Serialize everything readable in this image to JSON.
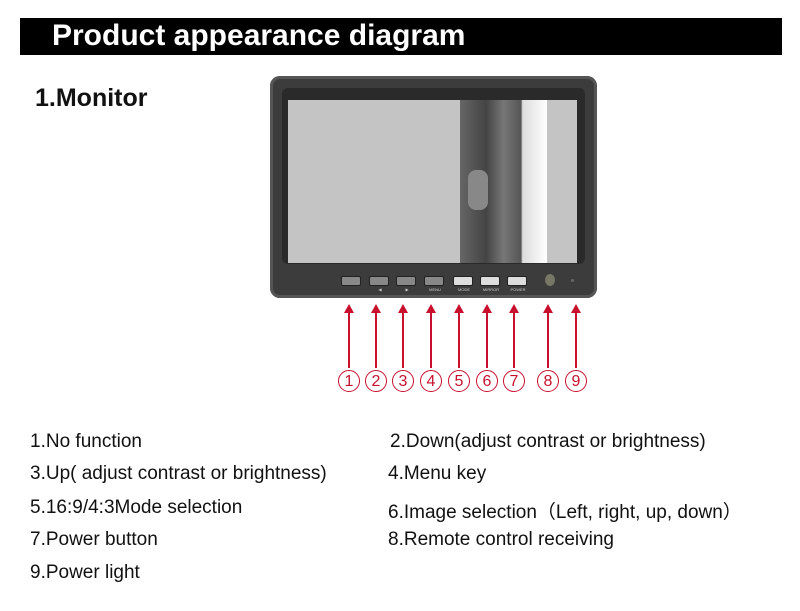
{
  "title": "Product appearance diagram",
  "section": "1.Monitor",
  "monitor": {
    "button_labels": [
      "",
      "◀",
      "▶",
      "MENU",
      "MODE",
      "MIRROR",
      "POWER"
    ]
  },
  "callouts": [
    "1",
    "2",
    "3",
    "4",
    "5",
    "6",
    "7",
    "8",
    "9"
  ],
  "descriptions": [
    "1.No function",
    "2.Down(adjust contrast or brightness)",
    "3.Up( adjust contrast or brightness)",
    "4.Menu key",
    "5.16:9/4:3Mode selection",
    "6.Image selection（Left, right, up, down）",
    "7.Power button",
    "8.Remote control receiving",
    "9.Power light"
  ],
  "colors": {
    "accent": "#c8102e",
    "title_bg": "#000000"
  }
}
